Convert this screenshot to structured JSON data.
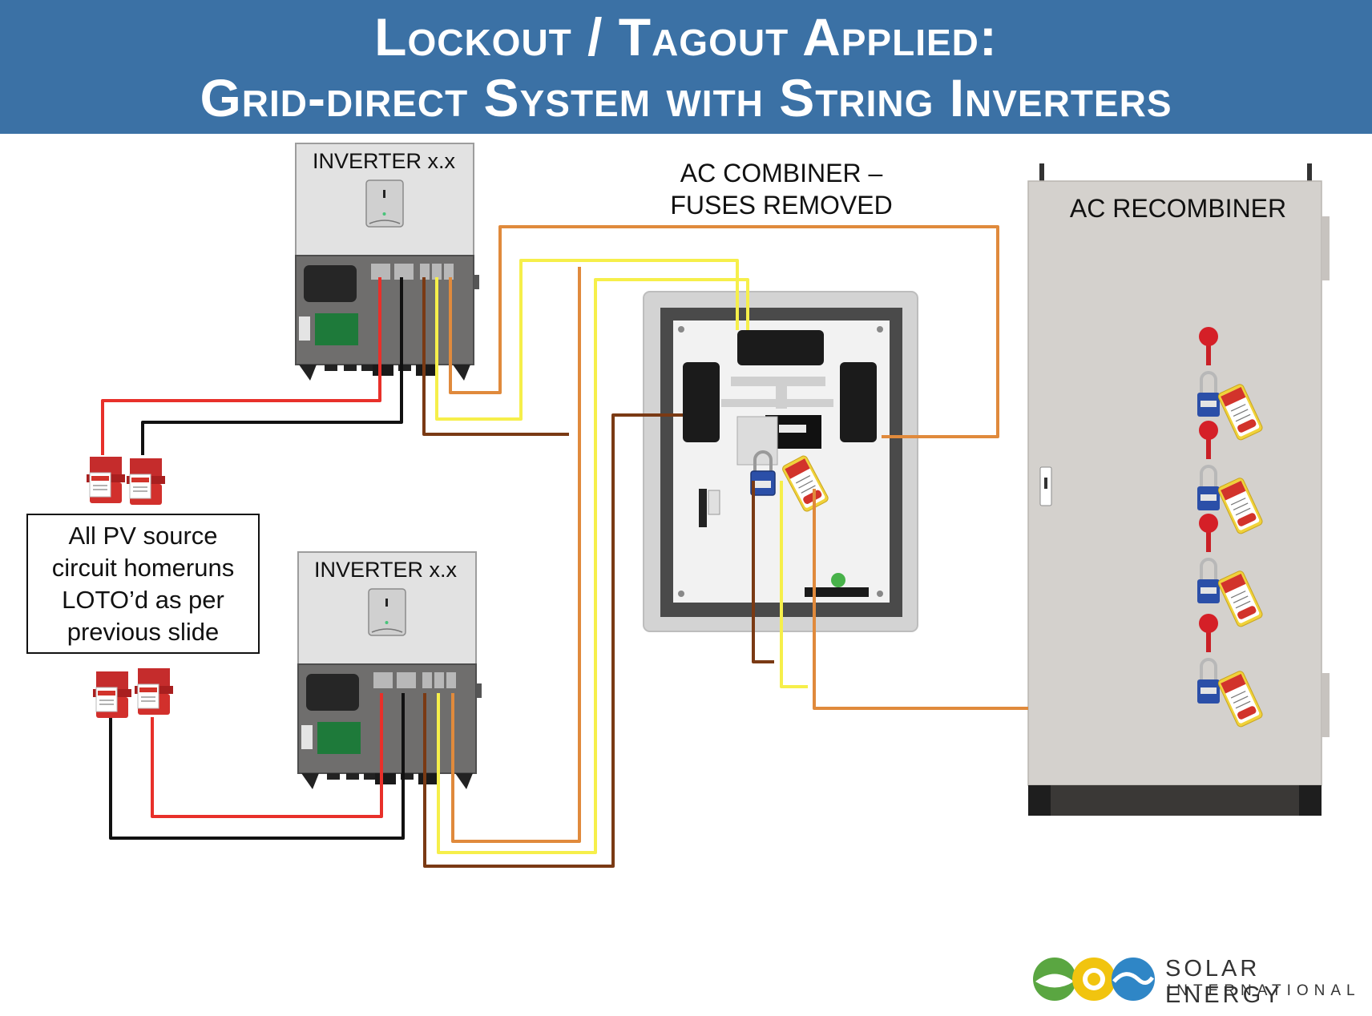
{
  "header": {
    "title_line1": "Lockout / Tagout Applied:",
    "title_line2": "Grid-direct System with String Inverters",
    "background_color": "#3b71a5"
  },
  "inverters": [
    {
      "label": "INVERTER x.x"
    },
    {
      "label": "INVERTER x.x"
    }
  ],
  "ac_combiner": {
    "label_line1": "AC COMBINER –",
    "label_line2": "FUSES REMOVED"
  },
  "ac_recombiner": {
    "label": "AC RECOMBINER"
  },
  "note": {
    "lines": [
      "All PV source",
      "circuit homeruns",
      "LOTO’d as per",
      "previous slide"
    ]
  },
  "logo": {
    "line1": "SOLAR ENERGY",
    "line2": "INTERNATIONAL"
  },
  "wire_colors": {
    "dc_positive": "#e8302a",
    "dc_negative": "#111111",
    "ac_brown": "#7a3a14",
    "ac_orange": "#e08a3c",
    "ac_yellow": "#f6ef4a"
  },
  "icons": [
    "padlock-icon",
    "danger-tag-icon",
    "mc4-lockout-icon",
    "ground-icon",
    "sei-logo-icon"
  ]
}
